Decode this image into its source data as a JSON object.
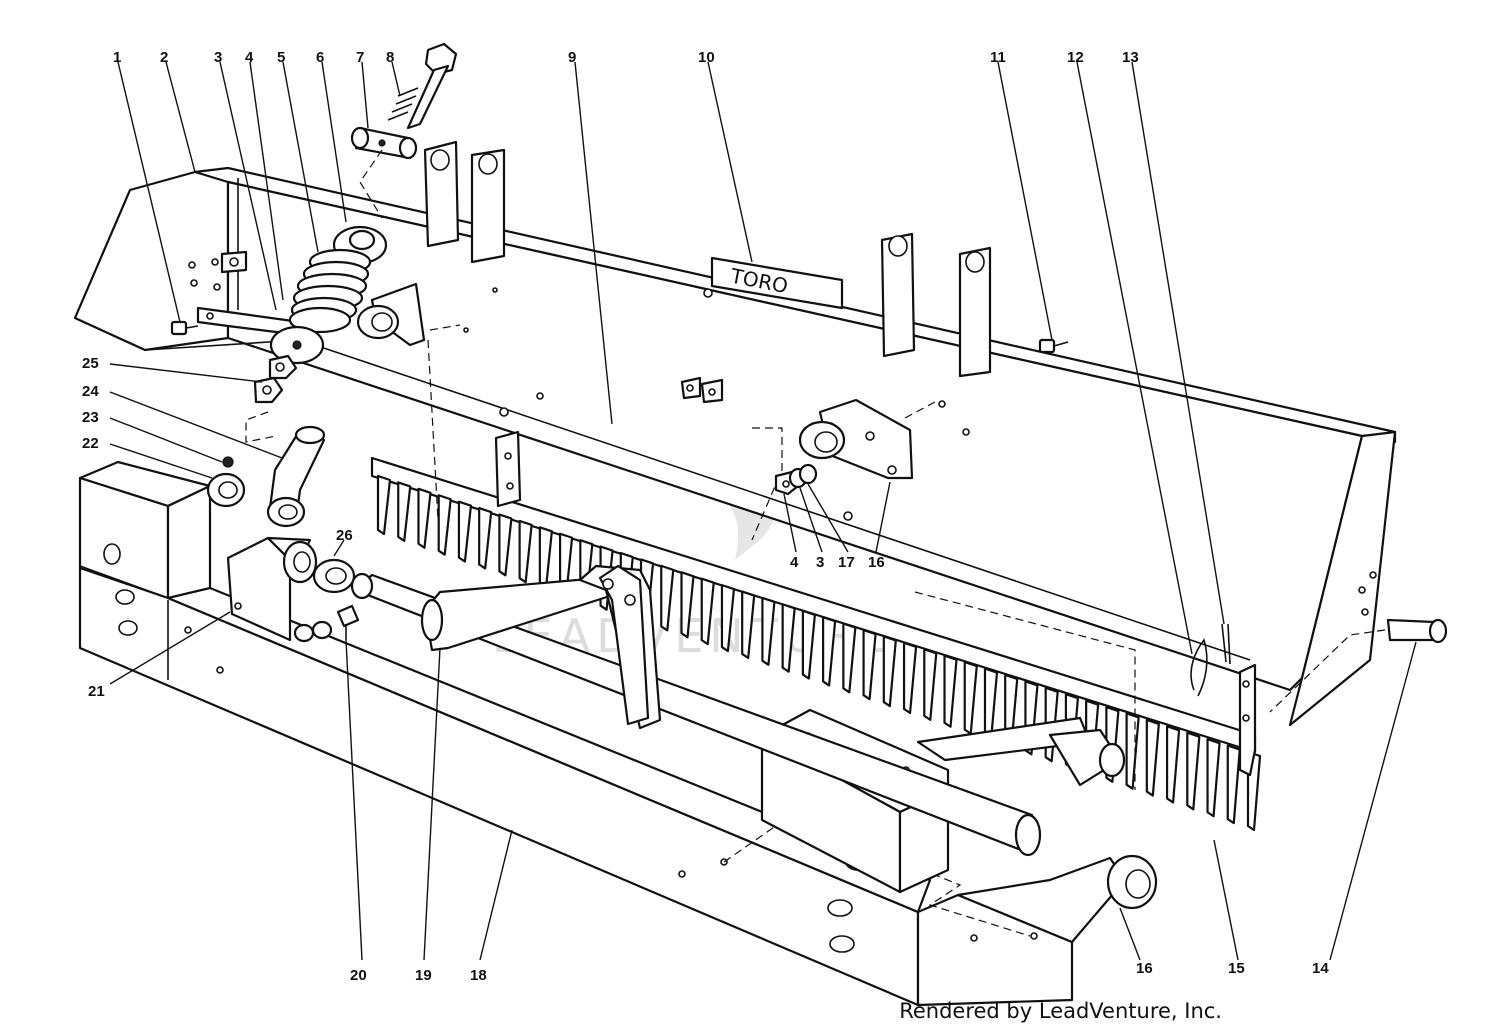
{
  "diagram": {
    "brand_mark": "TORO",
    "watermark": "LEADVENTURE",
    "credit": "Rendered by LeadVenture, Inc.",
    "callouts": [
      {
        "id": "c1",
        "label": "1"
      },
      {
        "id": "c2",
        "label": "2"
      },
      {
        "id": "c3",
        "label": "3"
      },
      {
        "id": "c4",
        "label": "4"
      },
      {
        "id": "c5",
        "label": "5"
      },
      {
        "id": "c6",
        "label": "6"
      },
      {
        "id": "c7",
        "label": "7"
      },
      {
        "id": "c8",
        "label": "8"
      },
      {
        "id": "c9",
        "label": "9"
      },
      {
        "id": "c10",
        "label": "10"
      },
      {
        "id": "c11",
        "label": "11"
      },
      {
        "id": "c12",
        "label": "12"
      },
      {
        "id": "c13",
        "label": "13"
      },
      {
        "id": "c25",
        "label": "25"
      },
      {
        "id": "c24",
        "label": "24"
      },
      {
        "id": "c23",
        "label": "23"
      },
      {
        "id": "c22",
        "label": "22"
      },
      {
        "id": "c26",
        "label": "26"
      },
      {
        "id": "c21",
        "label": "21"
      },
      {
        "id": "c4b",
        "label": "4"
      },
      {
        "id": "c3b",
        "label": "3"
      },
      {
        "id": "c17",
        "label": "17"
      },
      {
        "id": "c16a",
        "label": "16"
      },
      {
        "id": "c14",
        "label": "14"
      },
      {
        "id": "c15",
        "label": "15"
      },
      {
        "id": "c16b",
        "label": "16"
      },
      {
        "id": "c18",
        "label": "18"
      },
      {
        "id": "c19",
        "label": "19"
      },
      {
        "id": "c20",
        "label": "20"
      }
    ]
  }
}
